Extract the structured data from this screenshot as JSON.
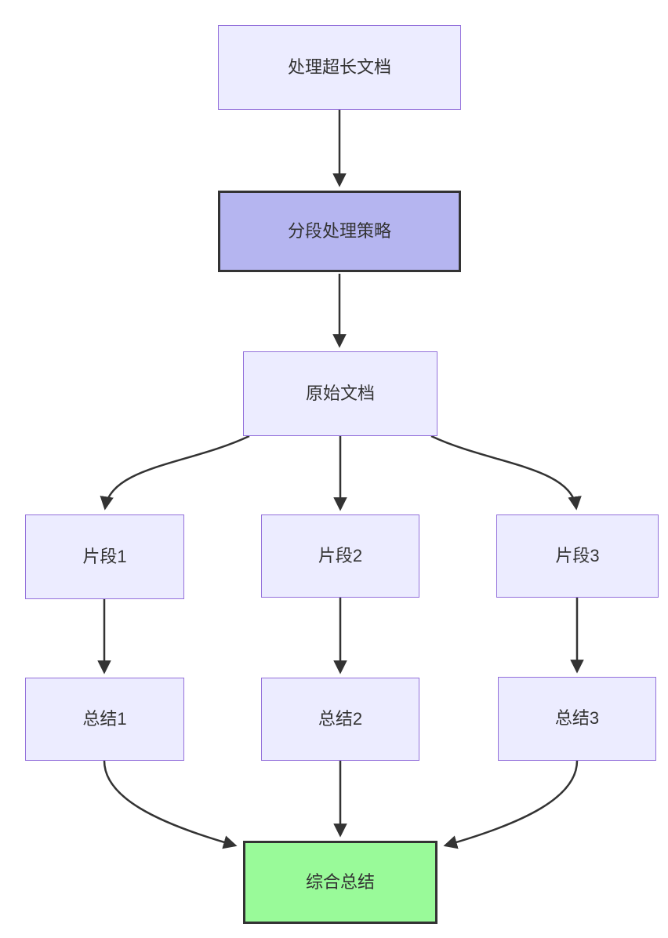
{
  "diagram": {
    "type": "flowchart-top-down",
    "nodes": [
      {
        "id": "process-long-doc",
        "label": "处理超长文档",
        "style": "default"
      },
      {
        "id": "segmentation-strategy",
        "label": "分段处理策略",
        "style": "highlight"
      },
      {
        "id": "original-doc",
        "label": "原始文档",
        "style": "default"
      },
      {
        "id": "fragment-1",
        "label": "片段1",
        "style": "default"
      },
      {
        "id": "fragment-2",
        "label": "片段2",
        "style": "default"
      },
      {
        "id": "fragment-3",
        "label": "片段3",
        "style": "default"
      },
      {
        "id": "summary-1",
        "label": "总结1",
        "style": "default"
      },
      {
        "id": "summary-2",
        "label": "总结2",
        "style": "default"
      },
      {
        "id": "summary-3",
        "label": "总结3",
        "style": "default"
      },
      {
        "id": "final-summary",
        "label": "综合总结",
        "style": "success"
      }
    ],
    "edges": [
      {
        "from": "process-long-doc",
        "to": "segmentation-strategy"
      },
      {
        "from": "segmentation-strategy",
        "to": "original-doc"
      },
      {
        "from": "original-doc",
        "to": "fragment-1"
      },
      {
        "from": "original-doc",
        "to": "fragment-2"
      },
      {
        "from": "original-doc",
        "to": "fragment-3"
      },
      {
        "from": "fragment-1",
        "to": "summary-1"
      },
      {
        "from": "fragment-2",
        "to": "summary-2"
      },
      {
        "from": "fragment-3",
        "to": "summary-3"
      },
      {
        "from": "summary-1",
        "to": "final-summary"
      },
      {
        "from": "summary-2",
        "to": "final-summary"
      },
      {
        "from": "summary-3",
        "to": "final-summary"
      }
    ],
    "colors": {
      "node_fill": "#ECECFF",
      "node_border": "#9370DB",
      "highlight_fill": "#b5b5f0",
      "highlight_border": "#333333",
      "success_fill": "#99fa99",
      "success_border": "#333333",
      "edge": "#333333",
      "text": "#333333",
      "background": "#ffffff"
    }
  }
}
